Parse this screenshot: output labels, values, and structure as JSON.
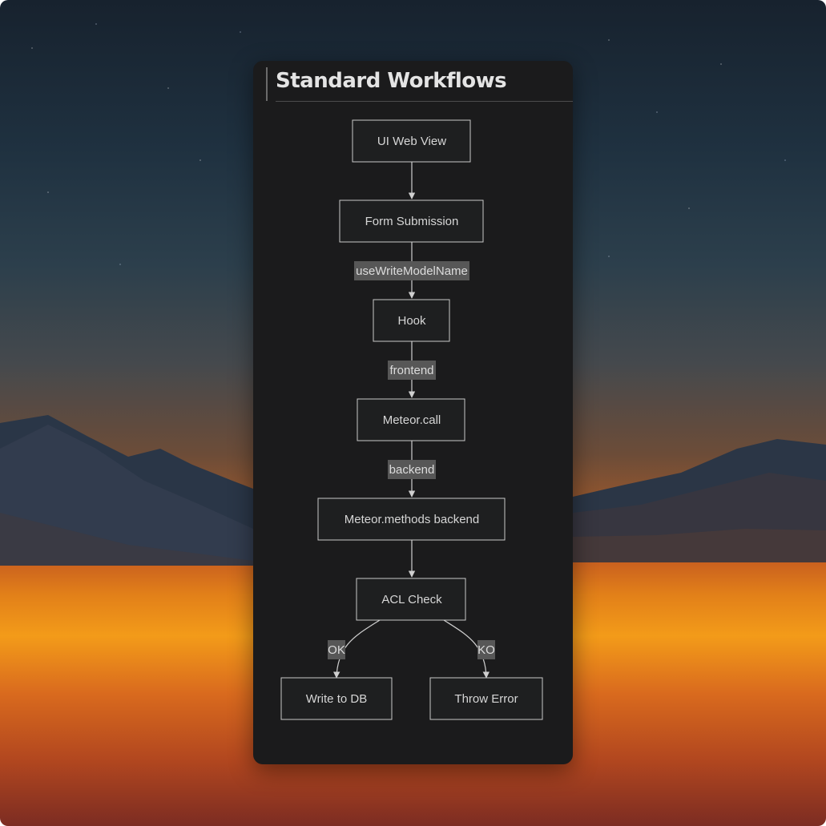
{
  "title": "Standard Workflows",
  "nodes": {
    "ui_web_view": "UI Web View",
    "form_submission": "Form Submission",
    "hook": "Hook",
    "meteor_call": "Meteor.call",
    "meteor_methods_backend": "Meteor.methods backend",
    "acl_check": "ACL Check",
    "write_to_db": "Write to DB",
    "throw_error": "Throw Error"
  },
  "edge_labels": {
    "form_to_hook": "useWriteModelName",
    "hook_to_call": "frontend",
    "call_to_methods": "backend",
    "acl_to_write": "OK",
    "acl_to_error": "KO"
  }
}
